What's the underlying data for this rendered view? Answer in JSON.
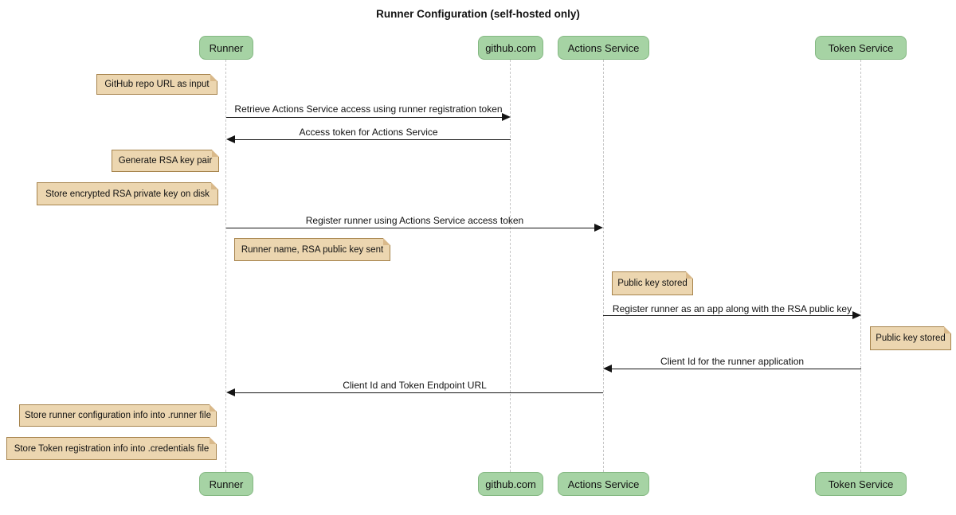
{
  "title": "Runner Configuration (self-hosted only)",
  "diagram_type": "sequence",
  "actors": [
    {
      "label": "Runner"
    },
    {
      "label": "github.com"
    },
    {
      "label": "Actions Service"
    },
    {
      "label": "Token Service"
    }
  ],
  "messages": [
    {
      "text": "Retrieve Actions Service access using runner registration token",
      "from": "Runner",
      "to": "github.com",
      "direction": "right"
    },
    {
      "text": "Access token for Actions Service",
      "from": "github.com",
      "to": "Runner",
      "direction": "left"
    },
    {
      "text": "Register runner using Actions Service access token",
      "from": "Runner",
      "to": "Actions Service",
      "direction": "right"
    },
    {
      "text": "Register runner as an app along with the RSA public key",
      "from": "Actions Service",
      "to": "Token Service",
      "direction": "right"
    },
    {
      "text": "Client Id for the runner application",
      "from": "Token Service",
      "to": "Actions Service",
      "direction": "left"
    },
    {
      "text": "Client Id and Token Endpoint URL",
      "from": "Actions Service",
      "to": "Runner",
      "direction": "left"
    }
  ],
  "notes": [
    {
      "text": "GitHub repo URL as input",
      "anchor": "Runner",
      "side": "left"
    },
    {
      "text": "Generate RSA key pair",
      "anchor": "Runner",
      "side": "left"
    },
    {
      "text": "Store encrypted RSA private key on disk",
      "anchor": "Runner",
      "side": "left"
    },
    {
      "text": "Runner name, RSA public key sent",
      "anchor": "Runner",
      "side": "right"
    },
    {
      "text": "Public key stored",
      "anchor": "Actions Service",
      "side": "right"
    },
    {
      "text": "Public key stored",
      "anchor": "Token Service",
      "side": "right"
    },
    {
      "text": "Store runner configuration info into .runner file",
      "anchor": "Runner",
      "side": "left"
    },
    {
      "text": "Store Token registration info into .credentials file",
      "anchor": "Runner",
      "side": "left"
    }
  ],
  "colors": {
    "actor_fill": "#a6d3a4",
    "actor_border": "#84b882",
    "note_fill": "#ecd6b0",
    "note_border": "#a6834c",
    "lifeline": "#c6c6c6",
    "line": "#141414"
  }
}
